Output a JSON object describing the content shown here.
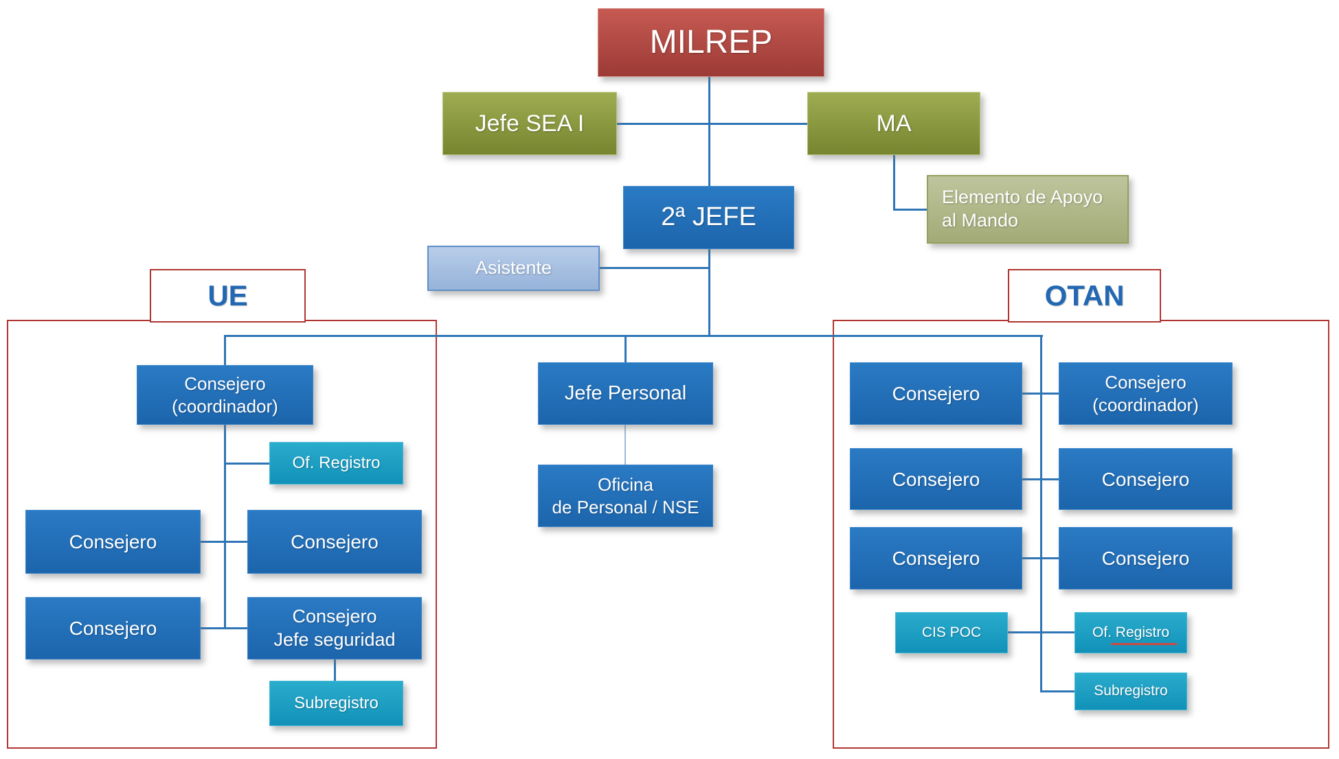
{
  "palette": {
    "node_blue": "#1f6cb8",
    "node_teal": "#1a9fc3",
    "node_red": "#b0433e",
    "node_olive": "#8b9a3e",
    "node_sage": "#b3ba8d",
    "node_lightblue": "#a9c4e6",
    "connector_blue": "#2e75b6",
    "frame_red": "#b03430",
    "group_label_text": "#2268b2"
  },
  "top": {
    "milrep": "MILREP",
    "jefe_sea_i": "Jefe SEA I",
    "ma": "MA",
    "elemento_apoyo": "Elemento de Apoyo\nal Mando",
    "segundo_jefe": "2ª JEFE",
    "asistente": "Asistente"
  },
  "center": {
    "jefe_personal": "Jefe Personal",
    "oficina_personal": "Oficina\nde Personal / NSE"
  },
  "ue": {
    "group_label": "UE",
    "coordinador": "Consejero\n(coordinador)",
    "of_registro": "Of. Registro",
    "consejero_l1": "Consejero",
    "consejero_r1": "Consejero",
    "consejero_l2": "Consejero",
    "consejero_seguridad": "Consejero\nJefe seguridad",
    "subregistro": "Subregistro"
  },
  "otan": {
    "group_label": "OTAN",
    "consejero_c1r1": "Consejero",
    "coordinador": "Consejero\n(coordinador)",
    "consejero_c1r2": "Consejero",
    "consejero_c2r2": "Consejero",
    "consejero_c1r3": "Consejero",
    "consejero_c2r3": "Consejero",
    "cis_poc": "CIS POC",
    "of_registro": "Of. Registro",
    "subregistro": "Subregistro"
  }
}
